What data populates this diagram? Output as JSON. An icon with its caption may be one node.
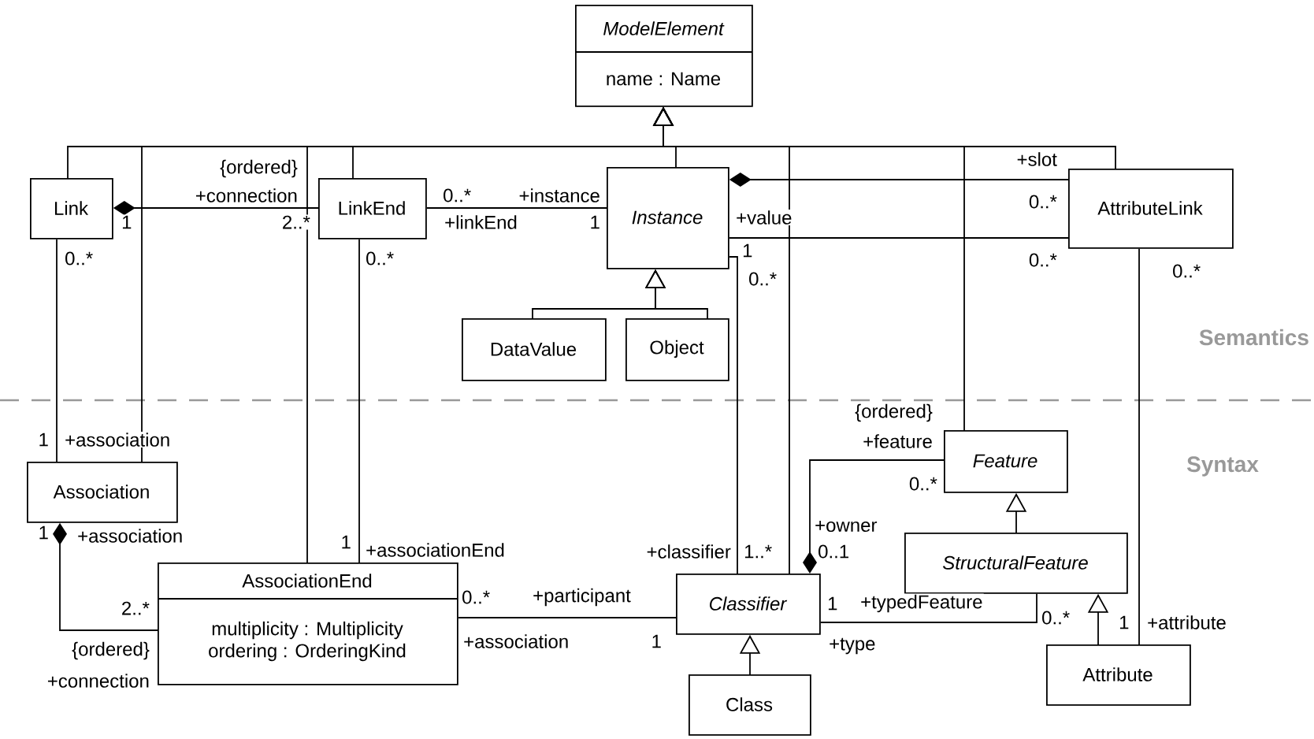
{
  "diagram": {
    "nodes": [
      {
        "text": [
          "ModelElement",
          "name : Name"
        ]
      },
      {
        "text": [
          "Link"
        ]
      },
      {
        "text": [
          "LinkEnd"
        ]
      },
      {
        "text": [
          "Instance"
        ]
      },
      {
        "text": [
          "AttributeLink"
        ]
      },
      {
        "text": [
          "DataValue"
        ]
      },
      {
        "text": [
          "Object"
        ]
      },
      {
        "text": [
          "Association"
        ]
      },
      {
        "text": [
          "AssociationEnd",
          "multiplicity : Multiplicity",
          "ordering : OrderingKind"
        ]
      },
      {
        "text": [
          "Classifier"
        ]
      },
      {
        "text": [
          "Class"
        ]
      },
      {
        "text": [
          "Feature"
        ]
      },
      {
        "text": [
          "StructuralFeature"
        ]
      },
      {
        "text": [
          "Attribute"
        ]
      }
    ],
    "edges": [
      {
        "from": 1,
        "to": 0,
        "arrow": "to"
      },
      {
        "from": 7,
        "to": 0,
        "arrow": "to"
      },
      {
        "from": 8,
        "to": 0,
        "arrow": "to"
      },
      {
        "from": 2,
        "to": 0,
        "arrow": "to"
      },
      {
        "from": 3,
        "to": 0,
        "arrow": "to"
      },
      {
        "from": 9,
        "to": 0,
        "arrow": "to"
      },
      {
        "from": 11,
        "to": 0,
        "arrow": "to"
      },
      {
        "from": 4,
        "to": 0,
        "arrow": "to"
      },
      {
        "from": 5,
        "to": 3,
        "arrow": "to"
      },
      {
        "from": 6,
        "to": 3,
        "arrow": "to"
      },
      {
        "from": 1,
        "to": 2,
        "arrow": "other"
      },
      {
        "from": 2,
        "to": 3,
        "arrow": "none"
      },
      {
        "from": 3,
        "to": 4,
        "arrow": "other"
      },
      {
        "from": 3,
        "to": 4,
        "arrow": "none"
      },
      {
        "from": 3,
        "to": 9,
        "arrow": "none"
      },
      {
        "from": 1,
        "to": 7,
        "arrow": "none"
      },
      {
        "from": 2,
        "to": 8,
        "arrow": "none"
      },
      {
        "from": 7,
        "to": 8,
        "arrow": "other"
      },
      {
        "from": 8,
        "to": 9,
        "arrow": "none"
      },
      {
        "from": 9,
        "to": 11,
        "arrow": "other"
      },
      {
        "from": 9,
        "to": 12,
        "arrow": "none"
      },
      {
        "from": 4,
        "to": 13,
        "arrow": "none"
      },
      {
        "from": 10,
        "to": 9,
        "arrow": "to"
      },
      {
        "from": 12,
        "to": 11,
        "arrow": "to"
      },
      {
        "from": 13,
        "to": 12,
        "arrow": "to"
      }
    ],
    "labels": [
      "{ordered}",
      "+slot",
      "+connection",
      "0..*",
      "+instance",
      "0..*",
      "1",
      "2..*",
      "+linkEnd",
      "1",
      "+value",
      "0..*",
      "0..*",
      "1",
      "0..*",
      "0..*",
      "0..*",
      "Semantics",
      "{ordered}",
      "1",
      "+association",
      "+feature",
      "Syntax",
      "0..*",
      "+owner",
      "1",
      "+association",
      "1",
      "+associationEnd",
      "+classifier",
      "1..*",
      "0..1",
      "2..*",
      "0..*",
      "+participant",
      "1",
      "+typedFeature",
      "0..*",
      "1",
      "+attribute",
      "{ordered}",
      "+association",
      "1",
      "+type",
      "+connection"
    ]
  }
}
